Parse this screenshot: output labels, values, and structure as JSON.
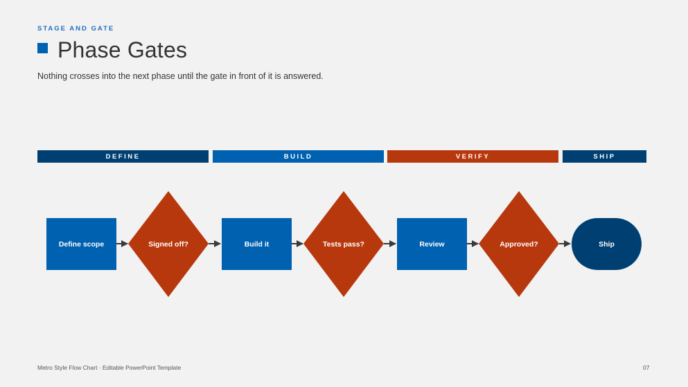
{
  "header": {
    "eyebrow": "STAGE AND GATE",
    "title": "Phase Gates",
    "subtitle": "Nothing crosses into the next phase until the gate in front of it is answered."
  },
  "phases": [
    {
      "label": "DEFINE",
      "color": "#003f72"
    },
    {
      "label": "BUILD",
      "color": "#0061b0"
    },
    {
      "label": "VERIFY",
      "color": "#b8380e"
    },
    {
      "label": "SHIP",
      "color": "#003f72"
    }
  ],
  "flow": {
    "nodes": [
      {
        "label": "Define scope",
        "shape": "process",
        "color": "#0061b0"
      },
      {
        "label": "Signed off?",
        "shape": "decision",
        "color": "#b8380e"
      },
      {
        "label": "Build it",
        "shape": "process",
        "color": "#0061b0"
      },
      {
        "label": "Tests pass?",
        "shape": "decision",
        "color": "#b8380e"
      },
      {
        "label": "Review",
        "shape": "process",
        "color": "#0061b0"
      },
      {
        "label": "Approved?",
        "shape": "decision",
        "color": "#b8380e"
      },
      {
        "label": "Ship",
        "shape": "terminator",
        "color": "#003f72"
      }
    ],
    "arrow_color": "#3a3a3a"
  },
  "footer": {
    "template_name": "Metro Style Flow Chart · Editable PowerPoint Template",
    "page_number": "07"
  }
}
